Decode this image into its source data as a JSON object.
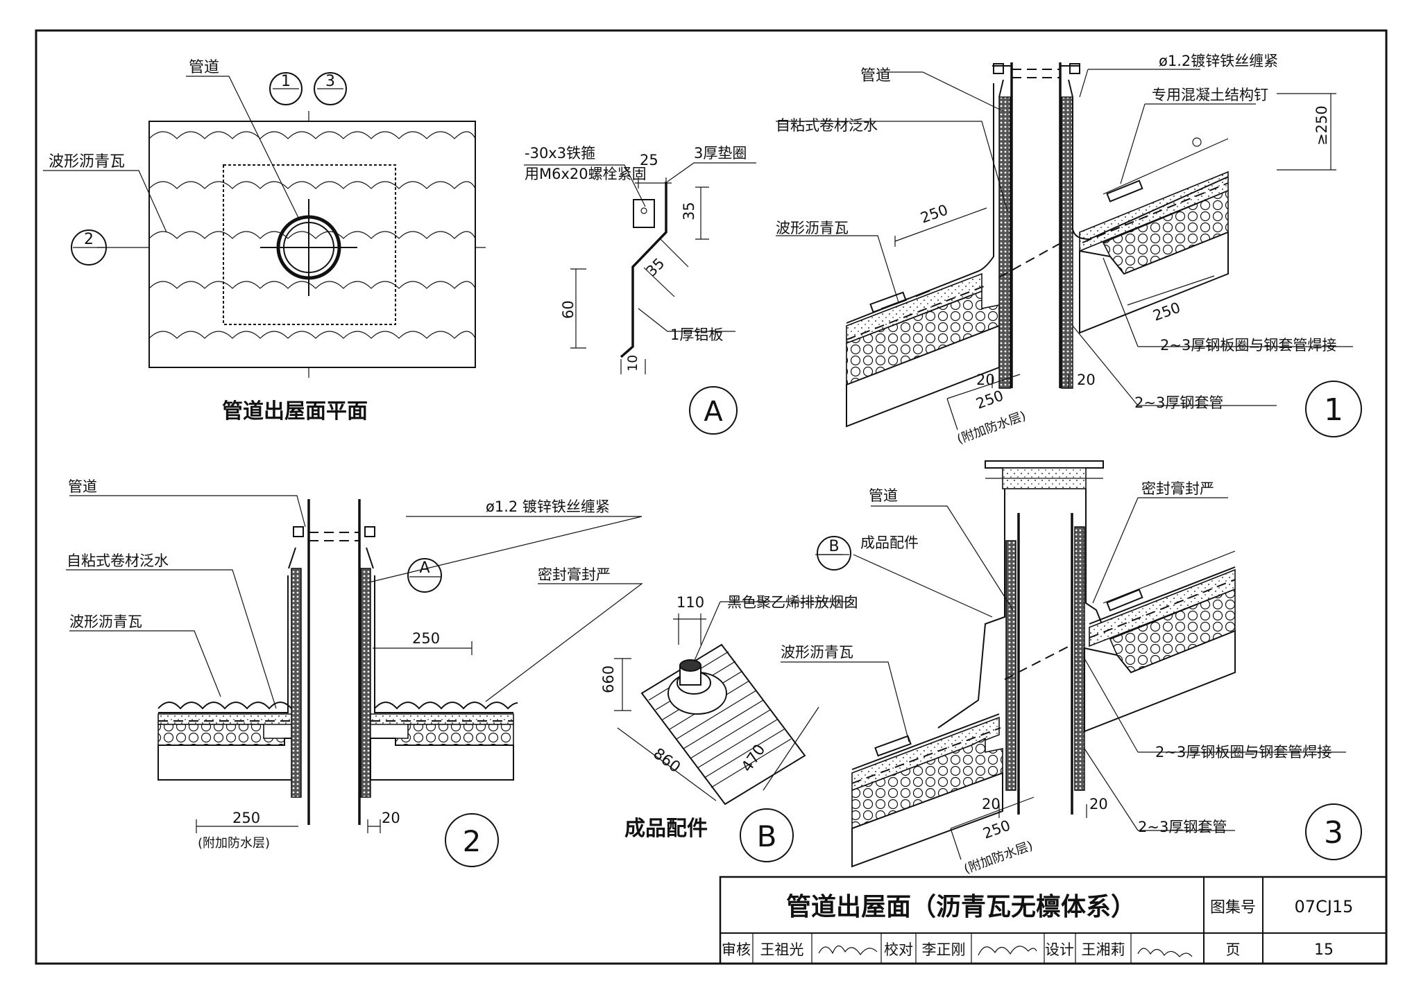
{
  "title_block": {
    "title": "管道出屋面（沥青瓦无檩体系）",
    "atlas_label": "图集号",
    "atlas_no": "07CJ15",
    "page_label": "页",
    "page_no": "15",
    "review_label": "审核",
    "reviewer": "王祖光",
    "check_label": "校对",
    "checker": "李正刚",
    "design_label": "设计",
    "designer": "王湘莉"
  },
  "plan": {
    "title": "管道出屋面平面",
    "pipe": "管道",
    "tile": "波形沥青瓦",
    "ref1": "1",
    "ref3": "3",
    "ref2": "2"
  },
  "detailA": {
    "mark": "A",
    "hoop": "-30x3铁箍",
    "bolt": "用M6x20螺栓紧固",
    "washer": "3厚垫圈",
    "plate": "1厚铝板",
    "d25": "25",
    "d35a": "35",
    "d35b": "35",
    "d60": "60",
    "d10": "10"
  },
  "detail1": {
    "mark": "1",
    "pipe": "管道",
    "wire": "ø1.2镀锌铁丝缠紧",
    "nail": "专用混凝土结构钉",
    "flashing": "自粘式卷材泛水",
    "tile": "波形沥青瓦",
    "ring": "2~3厚钢板圈与钢套管焊接",
    "sleeve": "2~3厚钢套管",
    "d250a": "250",
    "d250b": "250",
    "d250c": "250",
    "d_ge250": "≥250",
    "d20a": "20",
    "d20b": "20",
    "extra": "(附加防水层)"
  },
  "detail2": {
    "mark": "2",
    "pipe": "管道",
    "wire": "ø1.2 镀锌铁丝缠紧",
    "flashing": "自粘式卷材泛水",
    "tile": "波形沥青瓦",
    "sealant": "密封膏封严",
    "refA": "A",
    "d250a": "250",
    "d250b": "250",
    "d20": "20",
    "extra": "(附加防水层)"
  },
  "detailB": {
    "mark": "B",
    "caption": "成品配件",
    "chimney": "黑色聚乙烯排放烟囱",
    "d110": "110",
    "d660": "660",
    "d860": "860",
    "d470": "470"
  },
  "detail3": {
    "mark": "3",
    "pipe": "管道",
    "fitting": "成品配件",
    "refB": "B",
    "tile": "波形沥青瓦",
    "sealant": "密封膏封严",
    "ring": "2~3厚钢板圈与钢套管焊接",
    "sleeve": "2~3厚钢套管",
    "d20a": "20",
    "d20b": "20",
    "d250": "250",
    "extra": "(附加防水层)"
  }
}
